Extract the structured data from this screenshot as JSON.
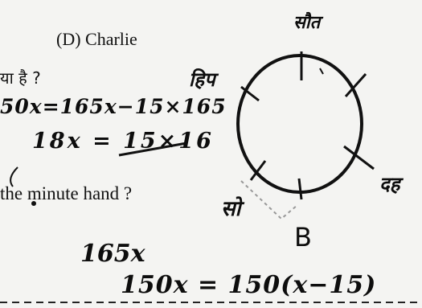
{
  "printed": {
    "option_d": "(D)  Charlie",
    "hindi_fragment": "या है ?",
    "question_fragment": "the minute hand ?"
  },
  "handwritten": {
    "line1": "50x=165x−15×165",
    "line2": "18x = 15×16",
    "line3": "165x",
    "line4": "150x = 150(x−15)",
    "label_top": "सौत",
    "label_left": "हिप",
    "label_right": "दह",
    "label_bottom_left": "सो",
    "label_bottom": "B"
  }
}
